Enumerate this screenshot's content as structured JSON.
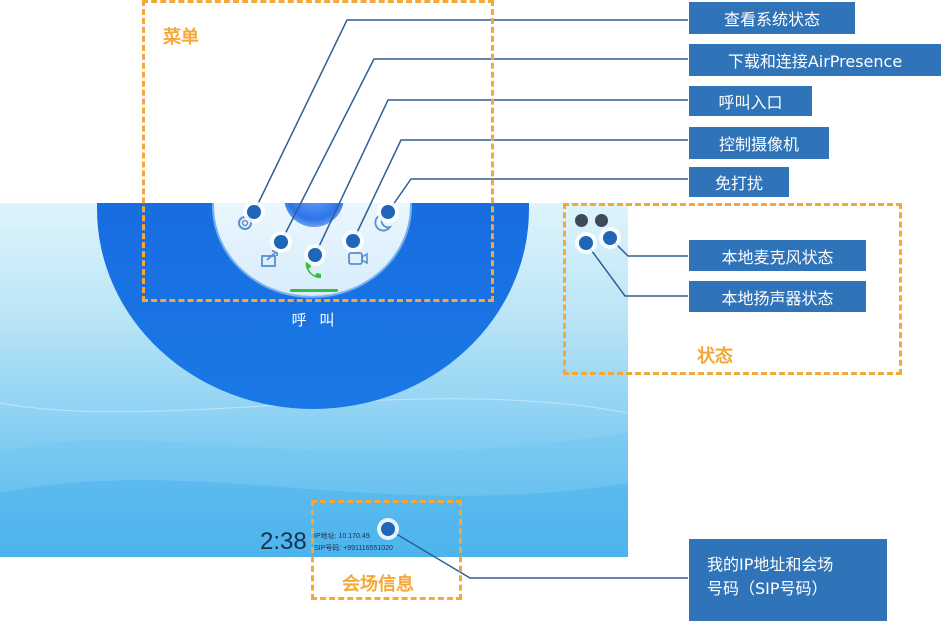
{
  "screen": {
    "call_label": "呼 叫",
    "clock": "2:38",
    "ip_text": "IP地址: 10.170.49.",
    "sip_text": "SIP号码: +991116551020"
  },
  "annotations": {
    "menu_box_title": "菜单",
    "status_box_title": "状态",
    "conference_box_title": "会场信息",
    "callouts": {
      "view_status": "查看系统状态",
      "download_airpresence": "下载和连接AirPresence",
      "call_entry": "呼叫入口",
      "control_camera": "控制摄像机",
      "do_not_disturb": "免打扰",
      "local_mic_status": "本地麦克风状态",
      "local_speaker_status": "本地扬声器状态",
      "ip_sip_line1": "我的IP地址和会场",
      "ip_sip_line2": "号码（SIP号码）"
    }
  },
  "icons": {
    "settings": "gear-icon",
    "share": "share-icon",
    "call": "phone-icon",
    "camera": "camera-icon",
    "dnd": "moon-icon",
    "mic": "mic-muted-icon",
    "speaker": "speaker-muted-icon"
  },
  "colors": {
    "annotation_orange": "#f5a83a",
    "callout_blue": "#2f73b8",
    "screen_blue": "#1a78e6",
    "call_green": "#37c03f"
  }
}
